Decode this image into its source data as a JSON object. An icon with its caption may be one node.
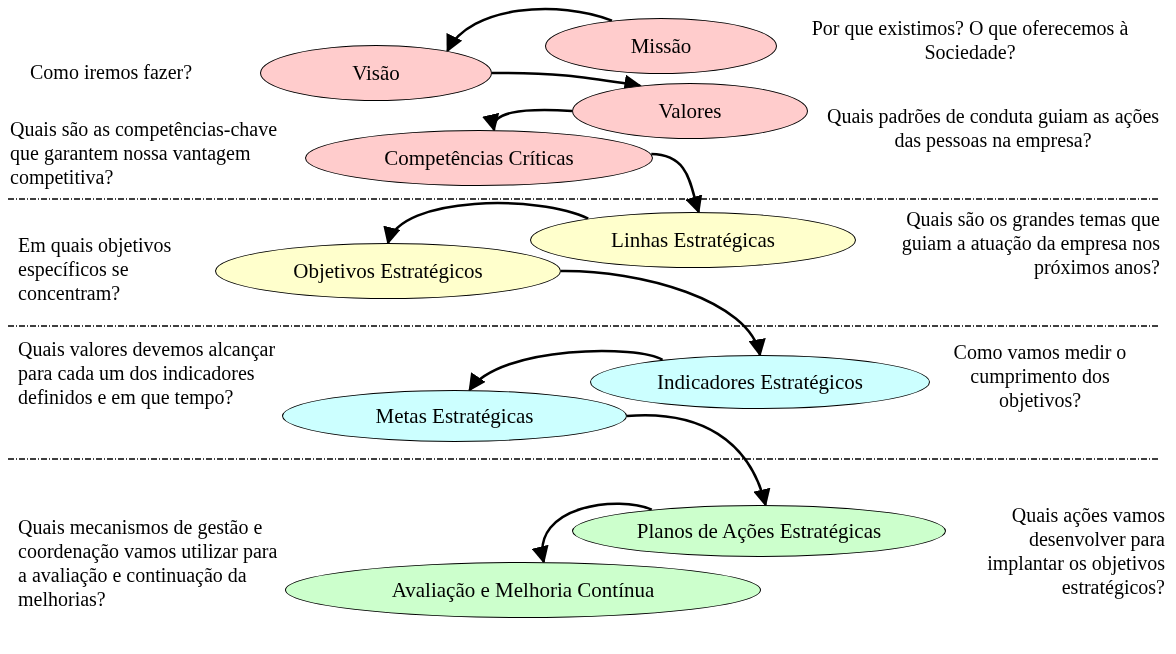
{
  "diagram": {
    "nodes": [
      {
        "text": [
          "Missão"
        ],
        "beside": [
          "Por que existimos? O que oferecemos à Sociedade?"
        ]
      },
      {
        "text": [
          "Visão"
        ],
        "beside": [
          "Como iremos fazer?"
        ]
      },
      {
        "text": [
          "Valores"
        ],
        "beside": [
          "Quais padrões de conduta guiam as ações das pessoas na empresa?"
        ]
      },
      {
        "text": [
          "Competências Críticas"
        ],
        "beside": [
          "Quais são as competências-chave que garantem nossa vantagem competitiva?"
        ]
      },
      {
        "text": [
          "Linhas Estratégicas"
        ],
        "beside": [
          "Quais são os grandes temas que guiam a atuação da empresa nos próximos anos?"
        ]
      },
      {
        "text": [
          "Objetivos Estratégicos"
        ],
        "beside": [
          "Em quais objetivos específicos se concentram?"
        ]
      },
      {
        "text": [
          "Indicadores Estratégicos"
        ],
        "beside": [
          "Como vamos medir o cumprimento dos objetivos?"
        ]
      },
      {
        "text": [
          "Metas Estratégicas"
        ],
        "beside": [
          "Quais valores devemos alcançar para cada um dos indicadores definidos e em que tempo?"
        ]
      },
      {
        "text": [
          "Planos de Ações Estratégicas"
        ],
        "beside": [
          "Quais ações vamos desenvolver para implantar os objetivos estratégicos?"
        ]
      },
      {
        "text": [
          "Avaliação e Melhoria Contínua"
        ],
        "beside": [
          "Quais mecanismos de gestão e coordenação vamos utilizar para a avaliação e continuação da melhorias?"
        ]
      }
    ],
    "edges": [
      {
        "from": 0,
        "to": 1,
        "arrow": "to"
      },
      {
        "from": 1,
        "to": 2,
        "arrow": "to"
      },
      {
        "from": 2,
        "to": 3,
        "arrow": "to"
      },
      {
        "from": 3,
        "to": 4,
        "arrow": "to"
      },
      {
        "from": 4,
        "to": 5,
        "arrow": "to"
      },
      {
        "from": 5,
        "to": 6,
        "arrow": "to"
      },
      {
        "from": 6,
        "to": 7,
        "arrow": "to"
      },
      {
        "from": 7,
        "to": 8,
        "arrow": "to"
      },
      {
        "from": 8,
        "to": 9,
        "arrow": "to"
      }
    ]
  }
}
